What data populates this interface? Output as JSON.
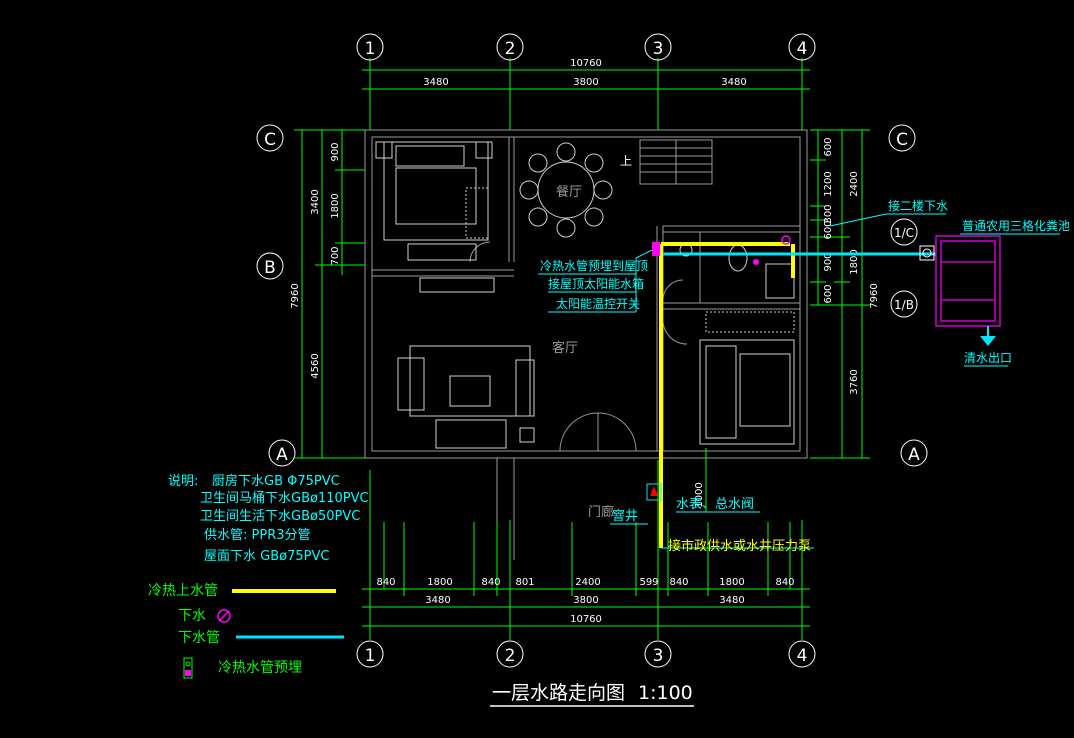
{
  "title": "一层水路走向图",
  "scale": "1:100",
  "colors": {
    "bg": "#000000",
    "wall": "#9a9a9a",
    "furniture": "#cfcfcf",
    "dim": "#00ff00",
    "note_text": "#00ffff",
    "legend_text": "#00ff00",
    "hot_cold_pipe": "#ffff00",
    "drain_pipe": "#00e5ff",
    "drain_point": "#ff00ff",
    "septic": "#d000d0",
    "red": "#ff0000",
    "grid_bubble": "#ffffff"
  },
  "grid": {
    "columns": [
      "1",
      "2",
      "3",
      "4"
    ],
    "rows_left": [
      "C",
      "B",
      "A"
    ],
    "rows_right": [
      "C",
      "1/C",
      "1/B",
      "A"
    ]
  },
  "dims": {
    "top_total": "10760",
    "top_segments": [
      "3480",
      "3800",
      "3480"
    ],
    "bottom_detail": [
      "840",
      "1800",
      "840",
      "801",
      "2400",
      "599",
      "840",
      "1800",
      "840"
    ],
    "bottom_segments": [
      "3480",
      "3800",
      "3480"
    ],
    "bottom_total": "10760",
    "left_outer": [
      "3400",
      "4560"
    ],
    "left_total": "7960",
    "left_inner": [
      "900",
      "1800",
      "700"
    ],
    "right_inner": [
      "600",
      "1200",
      "300",
      "600",
      "900",
      "600"
    ],
    "right_outer": [
      "2400",
      "1800",
      "3760"
    ],
    "right_total": "7960",
    "entry_vertical": "1000"
  },
  "rooms": {
    "dining": "餐厅",
    "living": "客厅",
    "porch": "门廊",
    "stairs_up": "上"
  },
  "annotations": {
    "pipe_prebury": "冷热水管预埋到屋顶",
    "solar_tank": "接屋顶太阳能水箱",
    "solar_switch": "太阳能温控开关",
    "second_floor_drain": "接二楼下水",
    "septic_tank": "普通农用三格化粪池",
    "clean_outlet": "清水出口",
    "meter_valve": "水表、总水阀",
    "inspection_well": "窨井",
    "water_supply": "接市政供水或水井压力泵"
  },
  "notes": {
    "heading": "说明:",
    "lines": [
      "厨房下水GB Φ75PVC",
      "卫生间马桶下水GBø110PVC",
      "卫生间生活下水GBø50PVC",
      "供水管: PPR3分管",
      "屋面下水 GBø75PVC"
    ]
  },
  "legend": [
    {
      "key": "hot_cold",
      "label": "冷热上水管"
    },
    {
      "key": "drain_point",
      "label": "下水"
    },
    {
      "key": "drain_pipe",
      "label": "下水管"
    },
    {
      "key": "prebury",
      "label": "冷热水管预埋"
    }
  ]
}
